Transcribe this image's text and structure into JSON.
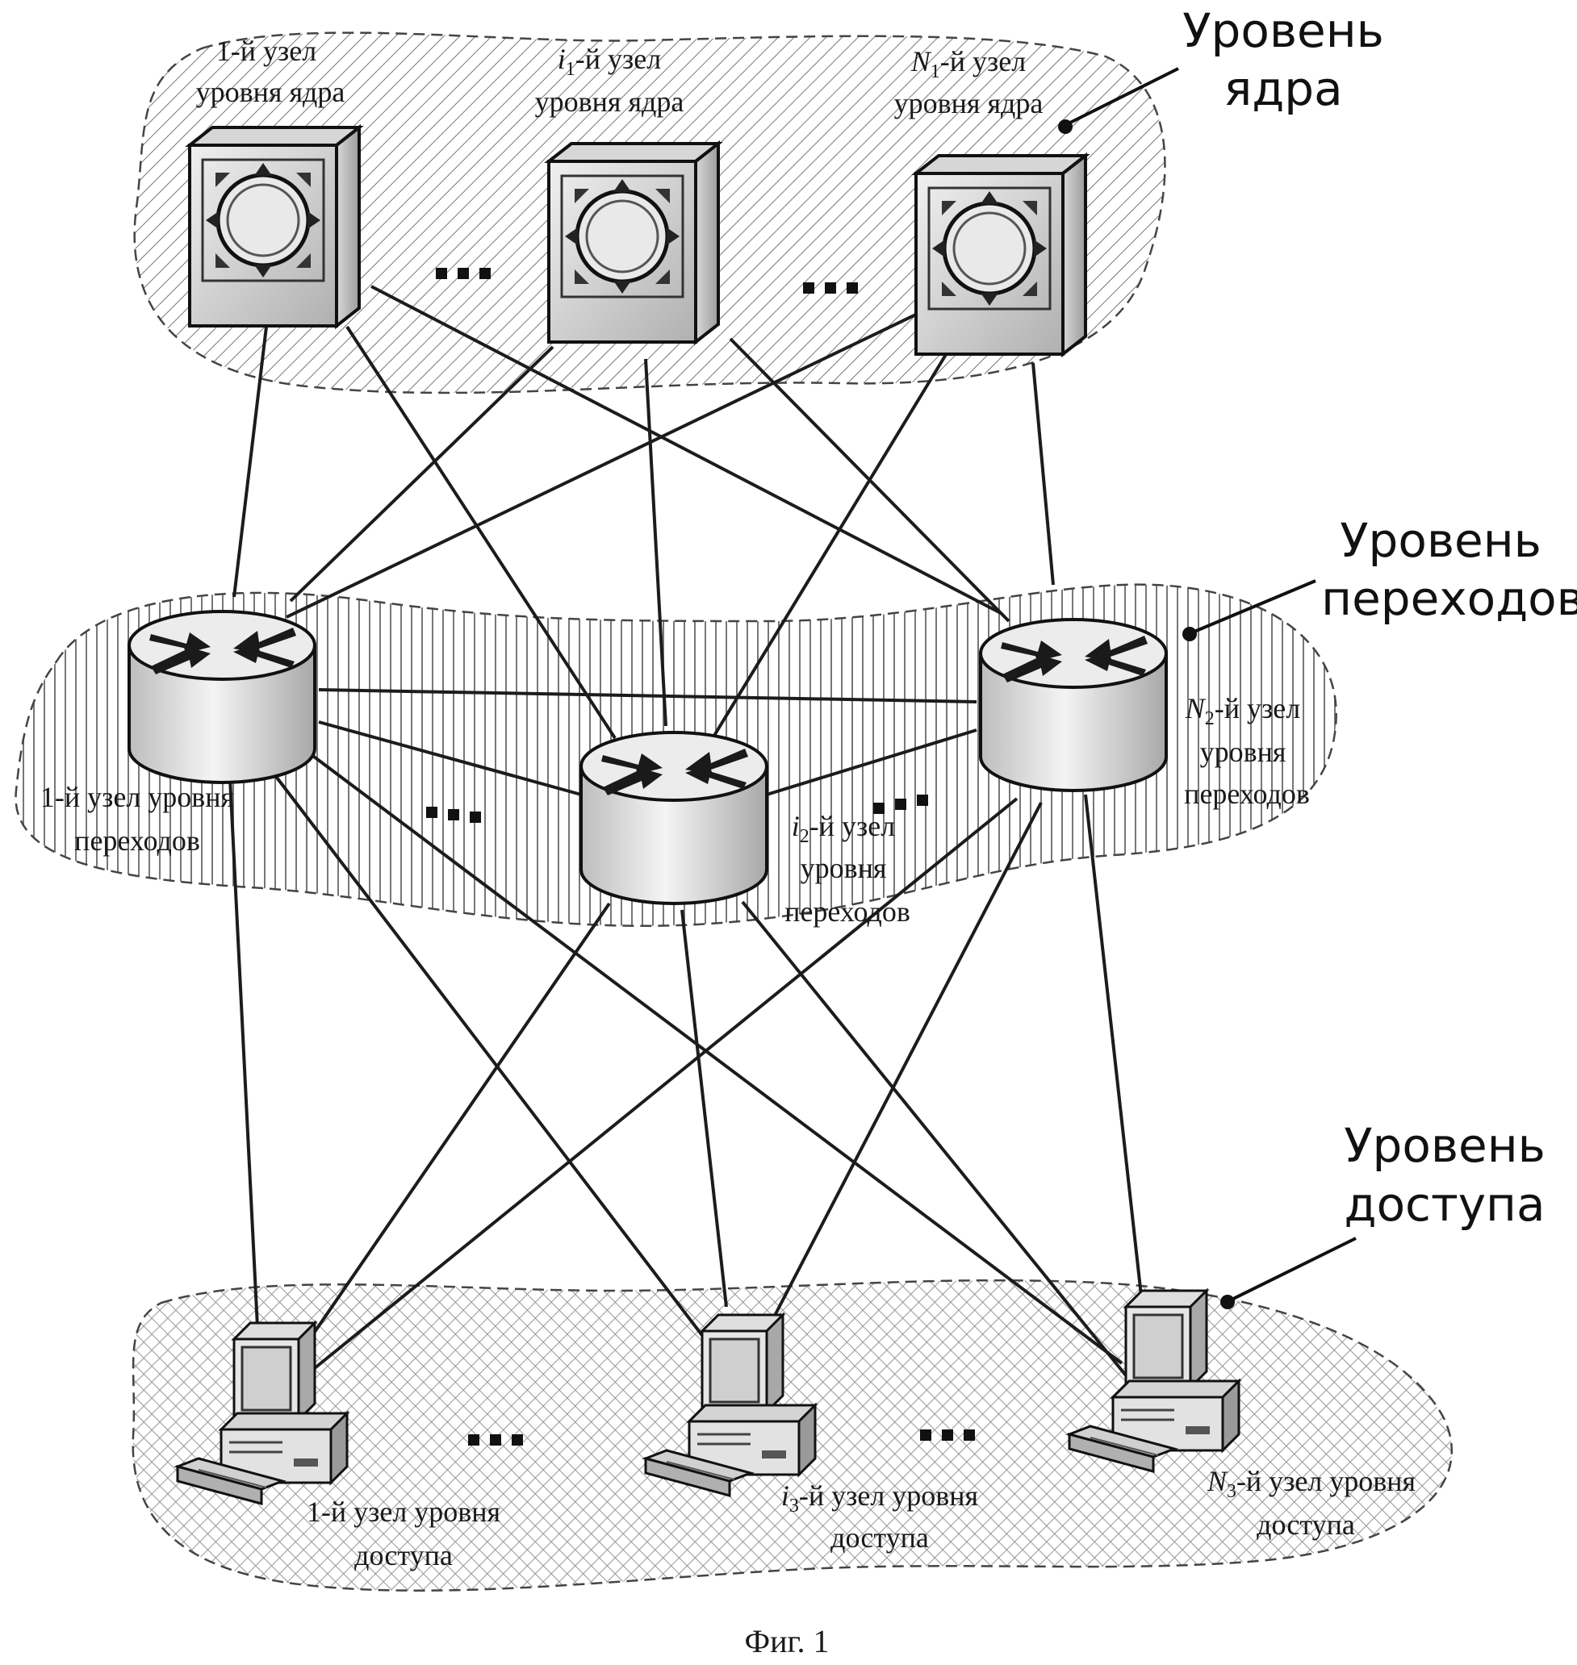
{
  "levels": {
    "core": {
      "name_line1": "Уровень",
      "name_line2": "ядра"
    },
    "transit": {
      "name_line1": "Уровень",
      "name_line2": "переходов"
    },
    "access": {
      "name_line1": "Уровень",
      "name_line2": "доступа"
    }
  },
  "core_nodes": [
    {
      "label_line1": "1-й узел",
      "label_line2": "уровня ядра"
    },
    {
      "var": "i",
      "sub": "1",
      "suffix": "-й узел",
      "label_line2": "уровня ядра"
    },
    {
      "var": "N",
      "sub": "1",
      "suffix": "-й узел",
      "label_line2": "уровня ядра"
    }
  ],
  "transit_nodes": [
    {
      "label_line1": "1-й узел уровня",
      "label_line2": "переходов"
    },
    {
      "var": "i",
      "sub": "2",
      "suffix": "-й узел",
      "label_line2": "уровня",
      "label_line3": "переходов"
    },
    {
      "var": "N",
      "sub": "2",
      "suffix": "-й узел",
      "label_line2": "уровня",
      "label_line3": "переходов"
    }
  ],
  "access_nodes": [
    {
      "label_line1": "1-й узел уровня",
      "label_line2": "доступа"
    },
    {
      "var": "i",
      "sub": "3",
      "suffix": "-й узел уровня",
      "label_line2": "доступа"
    },
    {
      "var": "N",
      "sub": "3",
      "suffix": "-й узел уровня",
      "label_line2": "доступа"
    }
  ],
  "caption": "Фиг. 1",
  "colors": {
    "ink": "#1c1c1c",
    "region_border": "#444444",
    "device_fill": "#e2e2e2",
    "device_dark": "#9a9a9a"
  }
}
